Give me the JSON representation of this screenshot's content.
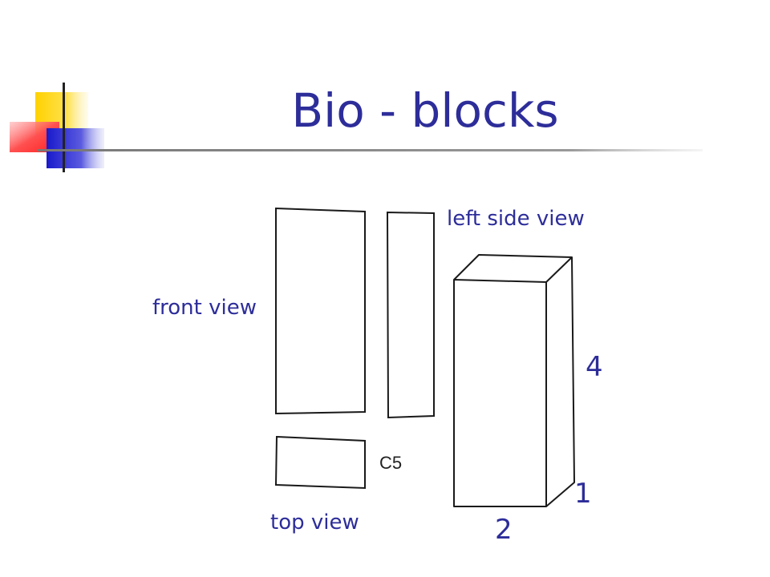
{
  "slide": {
    "title": "Bio - blocks"
  },
  "diagram": {
    "front_view_label": "front view",
    "left_side_view_label": "left side view",
    "top_view_label": "top view",
    "code_label": "C5",
    "height_value": "4",
    "depth_value": "1",
    "width_value": "2"
  },
  "colors": {
    "title_text": "#2d2d9a",
    "accent_yellow": "#ffd200",
    "accent_red": "#ff4040",
    "accent_blue": "#2222cc",
    "line_gray": "#888888",
    "sketch_line": "#1a1a1a"
  }
}
